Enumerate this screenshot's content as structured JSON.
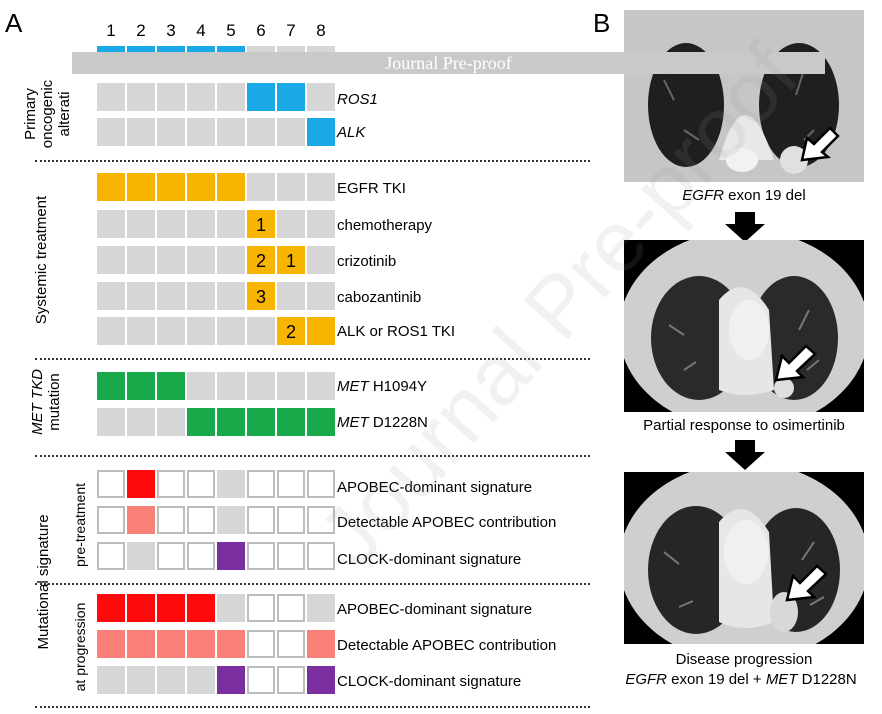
{
  "panel_a": {
    "letter": "A",
    "columns": [
      "1",
      "2",
      "3",
      "4",
      "5",
      "6",
      "7",
      "8"
    ],
    "sections": {
      "oncogenic": {
        "title_lines": [
          "Primary",
          "oncogenic",
          "alterati"
        ]
      },
      "treatment": {
        "title": "Systemic treatment"
      },
      "met": {
        "title_lines": [
          "MET TKD",
          "mutation"
        ]
      },
      "signature": {
        "title": "Mutational signature",
        "pre_title": "pre-treatment",
        "prog_title": "at progression"
      }
    },
    "rows": {
      "onc_egfr": {
        "label": "",
        "cells": [
          "B",
          "B",
          "B",
          "B",
          "B",
          "G",
          "G",
          "G"
        ]
      },
      "onc_ros1": {
        "label": "ROS1",
        "cells": [
          "G",
          "G",
          "G",
          "G",
          "G",
          "B",
          "B",
          "G"
        ]
      },
      "onc_alk": {
        "label": "ALK",
        "cells": [
          "G",
          "G",
          "G",
          "G",
          "G",
          "G",
          "G",
          "B"
        ]
      },
      "tx_egfr": {
        "label": "EGFR TKI",
        "cells": [
          "Y",
          "Y",
          "Y",
          "Y",
          "Y",
          "G",
          "G",
          "G"
        ]
      },
      "tx_chemo": {
        "label": "chemotherapy",
        "cells": [
          "G",
          "G",
          "G",
          "G",
          "G",
          "Y1",
          "G",
          "G"
        ]
      },
      "tx_crizo": {
        "label": "crizotinib",
        "cells": [
          "G",
          "G",
          "G",
          "G",
          "G",
          "Y2",
          "Y1",
          "G"
        ]
      },
      "tx_cabo": {
        "label": "cabozantinib",
        "cells": [
          "G",
          "G",
          "G",
          "G",
          "G",
          "Y3",
          "G",
          "G"
        ]
      },
      "tx_alk": {
        "label": "ALK or ROS1 TKI",
        "cells": [
          "G",
          "G",
          "G",
          "G",
          "G",
          "G",
          "Y2",
          "Y"
        ]
      },
      "met_h1094y": {
        "label_gene": "MET",
        "label_rest": " H1094Y",
        "cells": [
          "GR",
          "GR",
          "GR",
          "G",
          "G",
          "G",
          "G",
          "G"
        ]
      },
      "met_d1228n": {
        "label_gene": "MET",
        "label_rest": " D1228N",
        "cells": [
          "G",
          "G",
          "G",
          "GR",
          "GR",
          "GR",
          "GR",
          "GR"
        ]
      },
      "pre_apobec_dom": {
        "label": "APOBEC-dominant signature",
        "cells": [
          "W",
          "R",
          "W",
          "W",
          "G",
          "W",
          "W",
          "W"
        ]
      },
      "pre_apobec_det": {
        "label": "Detectable APOBEC contribution",
        "cells": [
          "W",
          "P",
          "W",
          "W",
          "G",
          "W",
          "W",
          "W"
        ]
      },
      "pre_clock": {
        "label": "CLOCK-dominant signature",
        "cells": [
          "W",
          "G",
          "W",
          "W",
          "V",
          "W",
          "W",
          "W"
        ]
      },
      "prog_apobec_dom": {
        "label": "APOBEC-dominant signature",
        "cells": [
          "R",
          "R",
          "R",
          "R",
          "G",
          "W",
          "W",
          "G"
        ]
      },
      "prog_apobec_det": {
        "label": "Detectable APOBEC contribution",
        "cells": [
          "P",
          "P",
          "P",
          "P",
          "P",
          "W",
          "W",
          "P"
        ]
      },
      "prog_clock": {
        "label": "CLOCK-dominant signature",
        "cells": [
          "G",
          "G",
          "G",
          "G",
          "V",
          "W",
          "W",
          "V"
        ]
      }
    }
  },
  "panel_b": {
    "letter": "B",
    "caption1_gene": "EGFR",
    "caption1_rest": " exon 19 del",
    "caption2": "Partial response to osimertinib",
    "caption3_line1": "Disease progression",
    "caption3_gene1": "EGFR",
    "caption3_mid": " exon 19 del + ",
    "caption3_gene2": "MET",
    "caption3_end": " D1228N"
  },
  "banner_text": "Journal Pre-proof",
  "watermark_text": "Journal Pre-proof",
  "colors": {
    "B": "#1aa9e6",
    "G": "#d6d6d6",
    "Y": "#f7b400",
    "GR": "#19a94b",
    "R": "#ff0a0a",
    "P": "#fa807a",
    "V": "#7a2f9e",
    "W": "#ffffff",
    "white_border": "#bdbdbd"
  }
}
